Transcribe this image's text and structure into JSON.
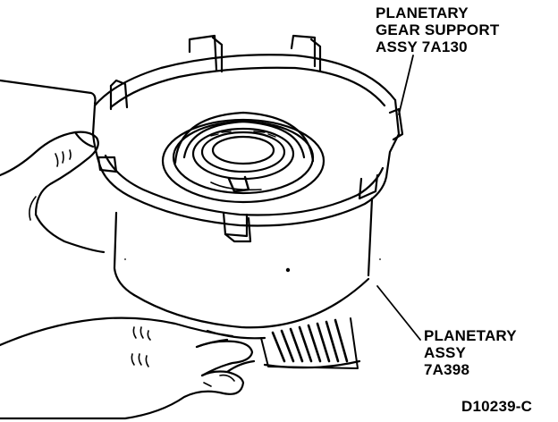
{
  "labels": {
    "planetary_gear_support": [
      "PLANETARY",
      "GEAR SUPPORT",
      "ASSY 7A130"
    ],
    "planetary_assy": [
      "PLANETARY",
      "ASSY",
      "7A398"
    ]
  },
  "figure_code": "D10239-C",
  "colors": {
    "ink": "#000000",
    "paper": "#ffffff"
  }
}
